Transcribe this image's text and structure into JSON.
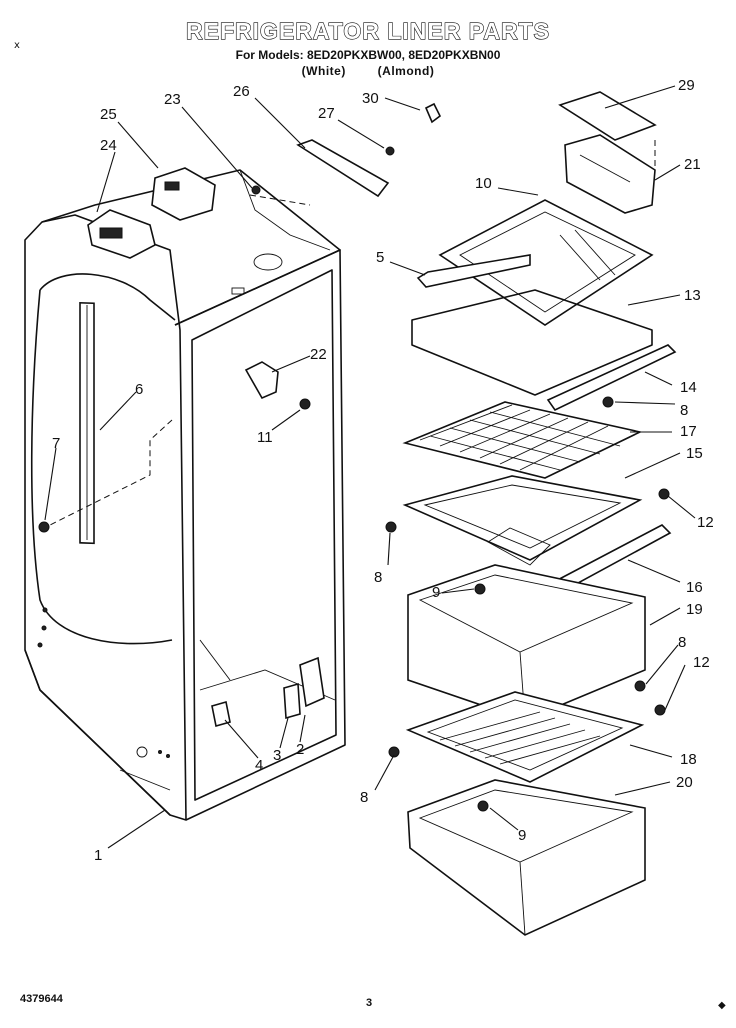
{
  "header": {
    "title": "REFRIGERATOR LINER PARTS",
    "models_line": "For Models: 8ED20PKXBW00, 8ED20PKXBN00",
    "color_white": "(White)",
    "color_almond": "(Almond)"
  },
  "footer": {
    "doc_number": "4379644",
    "page_number": "3"
  },
  "marks": {
    "top_left": "x",
    "bottom_right": "◆"
  },
  "callouts": {
    "c1": "1",
    "c2": "2",
    "c3": "3",
    "c4": "4",
    "c5": "5",
    "c6": "6",
    "c7": "7",
    "c8a": "8",
    "c8b": "8",
    "c8c": "8",
    "c8d": "8",
    "c9a": "9",
    "c9b": "9",
    "c10": "10",
    "c11": "11",
    "c12a": "12",
    "c12b": "12",
    "c13": "13",
    "c14": "14",
    "c15": "15",
    "c16": "16",
    "c17": "17",
    "c18": "18",
    "c19": "19",
    "c20": "20",
    "c21": "21",
    "c22": "22",
    "c23": "23",
    "c24": "24",
    "c25": "25",
    "c26": "26",
    "c27": "27",
    "c29": "29",
    "c30": "30"
  }
}
